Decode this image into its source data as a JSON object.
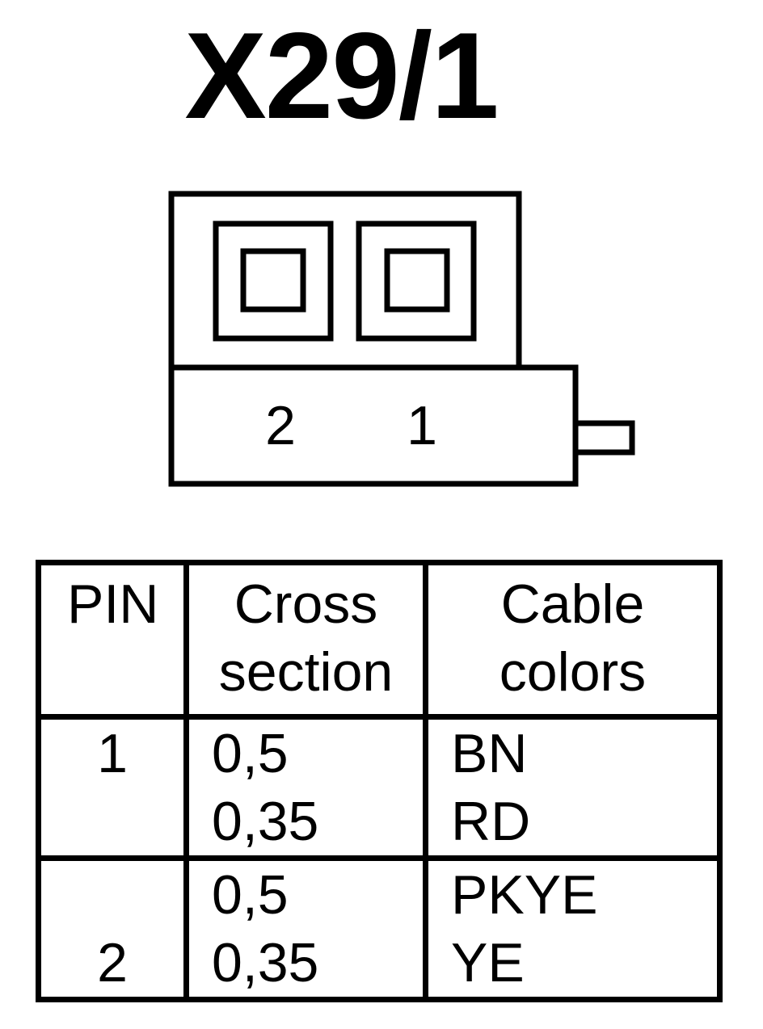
{
  "title": "X29/1",
  "connector": {
    "pin_labels": [
      "2",
      "1"
    ]
  },
  "table": {
    "headers": {
      "pin": "PIN",
      "cross_section": [
        "Cross",
        "section"
      ],
      "cable_colors": [
        "Cable",
        "colors"
      ]
    },
    "rows": [
      {
        "pin": "1",
        "cross_sections": [
          "0,5",
          "0,35"
        ],
        "colors": [
          "BN",
          "RD"
        ]
      },
      {
        "pin": "2",
        "cross_sections": [
          "0,5",
          "0,35"
        ],
        "colors": [
          "PKYE",
          "YE"
        ]
      }
    ]
  }
}
